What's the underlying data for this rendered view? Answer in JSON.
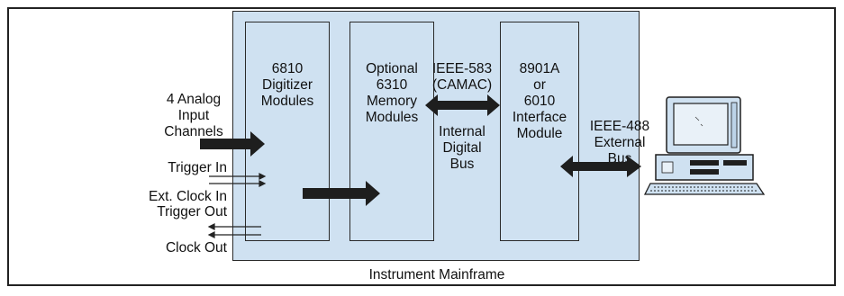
{
  "modules": {
    "digitizer": [
      "6810",
      "Digitizer",
      "Modules"
    ],
    "memory": [
      "Optional",
      "6310",
      "Memory",
      "Modules"
    ],
    "interface": [
      "8901A",
      "or",
      "6010",
      "Interface",
      "Module"
    ]
  },
  "bus_labels": {
    "camac": [
      "IEEE-583",
      "(CAMAC)"
    ],
    "internal": [
      "Internal",
      "Digital",
      "Bus"
    ],
    "external": [
      "IEEE-488",
      "External",
      "Bus"
    ]
  },
  "signals": {
    "analog": [
      "4 Analog",
      "Input",
      "Channels"
    ],
    "trigger_in": "Trigger In",
    "ext_clock_in": "Ext. Clock In",
    "trigger_out": "Trigger Out",
    "clock_out": "Clock Out"
  },
  "mainframe_label": "Instrument Mainframe",
  "colors": {
    "module_fill": "#cfe1f1",
    "arrow": "#1e1e1e",
    "line": "#222222"
  }
}
